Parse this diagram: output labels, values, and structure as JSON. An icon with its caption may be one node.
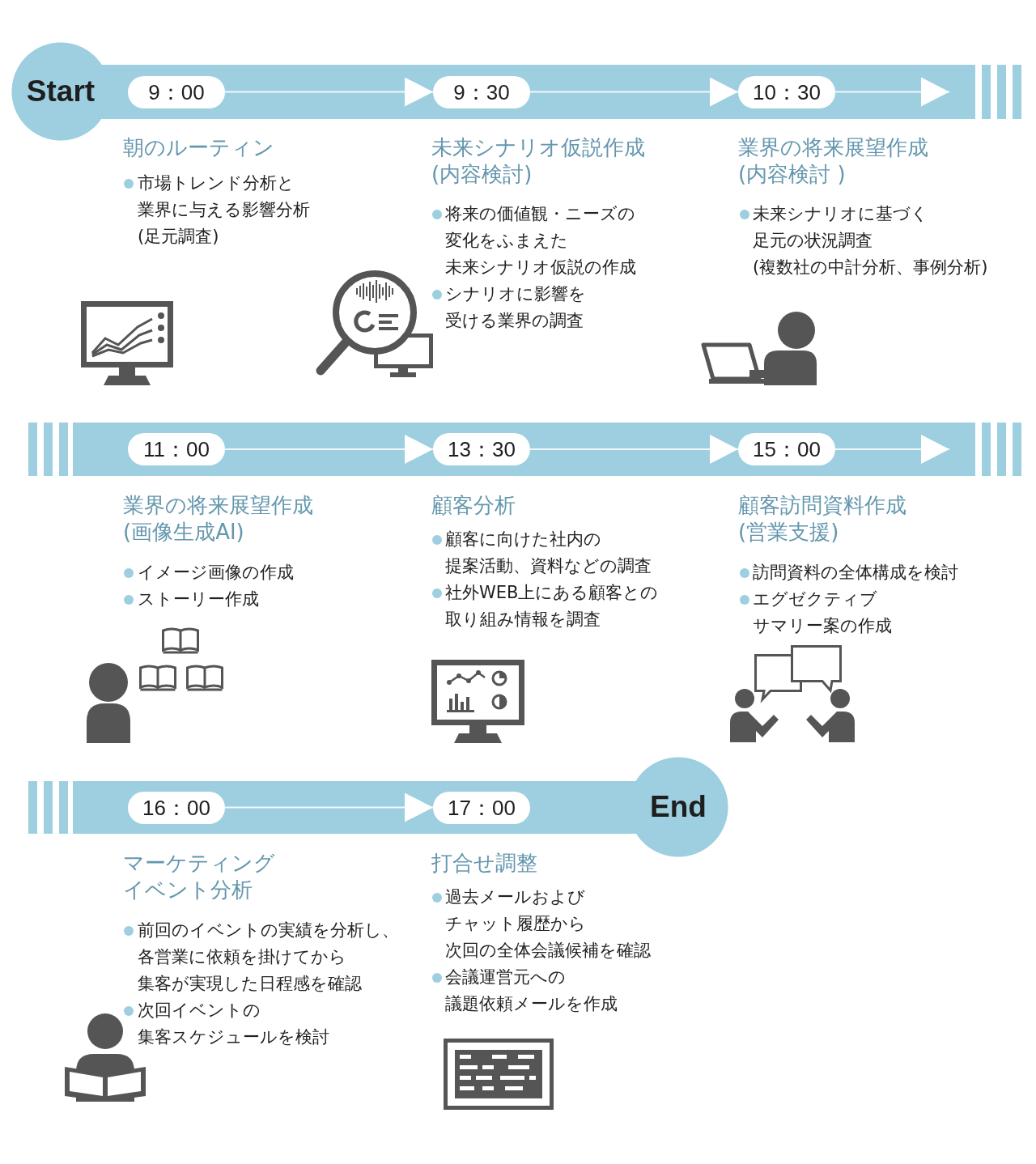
{
  "diagram": {
    "nodes": [
      {
        "text": [
          "Start"
        ]
      },
      {
        "text": [
          "9：00"
        ],
        "beside": [
          "朝のルーティン",
          "市場トレンド分析と業界に与える影響分析(足元調査)"
        ]
      },
      {
        "text": [
          "9：30"
        ],
        "beside": [
          "未来シナリオ仮説作成(内容検討)",
          "将来の価値観・ニーズの変化をふまえた未来シナリオ仮説の作成",
          "シナリオに影響を受ける業界の調査"
        ]
      },
      {
        "text": [
          "10：30"
        ],
        "beside": [
          "業界の将来展望作成(内容検討 )",
          "未来シナリオに基づく足元の状況調査(複数社の中計分析、事例分析)"
        ]
      },
      {
        "text": [
          "11：00"
        ],
        "beside": [
          "業界の将来展望作成(画像生成AI)",
          "イメージ画像の作成",
          "ストーリー作成"
        ]
      },
      {
        "text": [
          "13：30"
        ],
        "beside": [
          "顧客分析",
          "顧客に向けた社内の提案活動、資料などの調査",
          "社外WEB上にある顧客との取り組み情報を調査"
        ]
      },
      {
        "text": [
          "15：00"
        ],
        "beside": [
          "顧客訪問資料作成(営業支援)",
          "訪問資料の全体構成を検討",
          "エグゼクティブサマリー案の作成"
        ]
      },
      {
        "text": [
          "16：00"
        ],
        "beside": [
          "マーケティングイベント分析",
          "前回のイベントの実績を分析し、各営業に依頼を掛けてから集客が実現した日程感を確認",
          "次回イベントの集客スケジュールを検討"
        ]
      },
      {
        "text": [
          "17：00"
        ],
        "beside": [
          "打合せ調整",
          "過去メールおよびチャット履歴から次回の全体会議候補を確認",
          "会議運営元への議題依頼メールを作成"
        ]
      },
      {
        "text": [
          "End"
        ]
      }
    ],
    "edges": [
      {
        "from": 1,
        "to": 2,
        "arrow": "to"
      },
      {
        "from": 2,
        "to": 3,
        "arrow": "to"
      },
      {
        "from": 3,
        "to": null,
        "arrow": "to"
      },
      {
        "from": 4,
        "to": 5,
        "arrow": "to"
      },
      {
        "from": 5,
        "to": 6,
        "arrow": "to"
      },
      {
        "from": 6,
        "to": null,
        "arrow": "to"
      },
      {
        "from": 7,
        "to": 8,
        "arrow": "to"
      }
    ]
  }
}
